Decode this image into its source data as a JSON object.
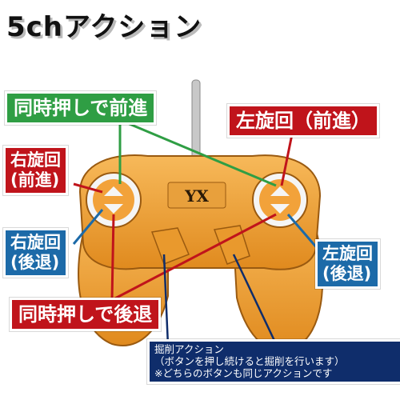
{
  "title": "5chアクション",
  "logo_text": "YX",
  "callouts": {
    "forward_both": "同時押しで前進",
    "right_turn_forward_label": "左旋回（前進）",
    "left_turn_forward_line1": "右旋回",
    "left_turn_forward_line2": "(前進)",
    "left_turn_backward_line1": "右旋回",
    "left_turn_backward_line2": "(後退)",
    "right_turn_backward_line1": "左旋回",
    "right_turn_backward_line2": "(後退)",
    "backward_both": "同時押しで後退",
    "dig_title": "掘削アクション",
    "dig_line2": "（ボタンを押し続けると掘削を行います）",
    "dig_line3": "※どちらのボタンも同じアクションです"
  },
  "icons": [
    "controller-illustration",
    "up-arrow-button",
    "down-arrow-button"
  ],
  "colors": {
    "controller_orange": "#f2a23a",
    "green": "#2f9e44",
    "red": "#c0141b",
    "blue": "#1c6aa8",
    "navy": "#0f2d6b"
  }
}
